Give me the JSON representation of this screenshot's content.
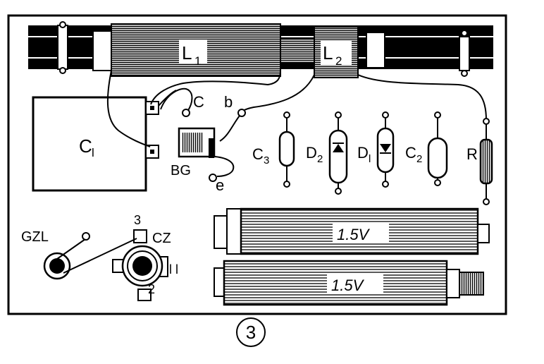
{
  "labels": {
    "L1": "L",
    "L1_sub": "1",
    "L2": "L",
    "L2_sub": "2",
    "C1": "C",
    "C1_sub": "l",
    "C": "C",
    "b": "b",
    "BG": "BG",
    "e": "e",
    "C3": "C",
    "C3_sub": "3",
    "D2": "D",
    "D2_sub": "2",
    "D1": "D",
    "D1_sub": "l",
    "C2": "C",
    "C2_sub": "2",
    "R": "R",
    "GZL": "GZL",
    "CZ": "CZ",
    "pin3": "3",
    "pin2": "2",
    "pin1": "l l",
    "battery1": "1.5V",
    "battery2": "1.5V",
    "figure_number": "3"
  },
  "colors": {
    "ink": "#000000",
    "paper": "#ffffff"
  }
}
